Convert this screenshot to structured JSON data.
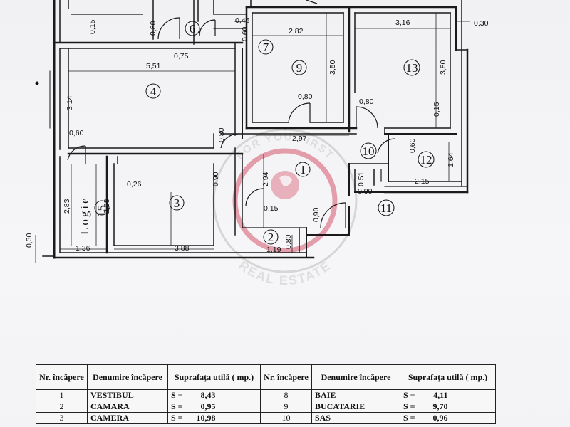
{
  "plan": {
    "top_dims": [
      "0,15",
      "0,80",
      "0,46",
      "0,60",
      "2,82",
      "3,16",
      "0,30",
      "0,75",
      "5,51",
      "3,50",
      "3,80"
    ],
    "mid_dims": [
      "3,14",
      "0,80",
      "0,60",
      "0,80",
      "2,97",
      "0,80",
      "0,15",
      "0,60",
      "1,64",
      "2,15"
    ],
    "low_dims": [
      "0,90",
      "0,26",
      "2,94",
      "0,51",
      "0,90",
      "2,83",
      "2,83",
      "0,15",
      "0,90",
      "0,80",
      "1,19"
    ],
    "bottom_dims": [
      "0,30",
      "1,36",
      "3,88"
    ],
    "room_numbers": [
      "1",
      "2",
      "3",
      "4",
      "6",
      "7",
      "9",
      "10",
      "11",
      "12",
      "13"
    ],
    "logie_label": "Logie",
    "logie_number": "15",
    "watermark_top": "FOR YOU FIRST",
    "watermark_bottom": "REAL ESTATE"
  },
  "table": {
    "headers": {
      "nr": "Nr. încăpere",
      "denumire": "Denumire încăpere",
      "suprafata": "Suprafața utilă ( mp.)"
    },
    "rows": [
      {
        "nr_left": "1",
        "name_left": "VESTIBUL",
        "s_left": "S =",
        "v_left": "8,43",
        "nr_right": "8",
        "name_right": "BAIE",
        "s_right": "S =",
        "v_right": "4,11"
      },
      {
        "nr_left": "2",
        "name_left": "CAMARA",
        "s_left": "S =",
        "v_left": "0,95",
        "nr_right": "9",
        "name_right": "BUCATARIE",
        "s_right": "S =",
        "v_right": "9,70"
      },
      {
        "nr_left": "3",
        "name_left": "CAMERA",
        "s_left": "S =",
        "v_left": "10,98",
        "nr_right": "10",
        "name_right": "SAS",
        "s_right": "S =",
        "v_right": "0,96"
      }
    ]
  },
  "colors": {
    "wall": "#1a1a1a",
    "watermark_red": "#c8102e",
    "paper": "#f3f3f5"
  }
}
